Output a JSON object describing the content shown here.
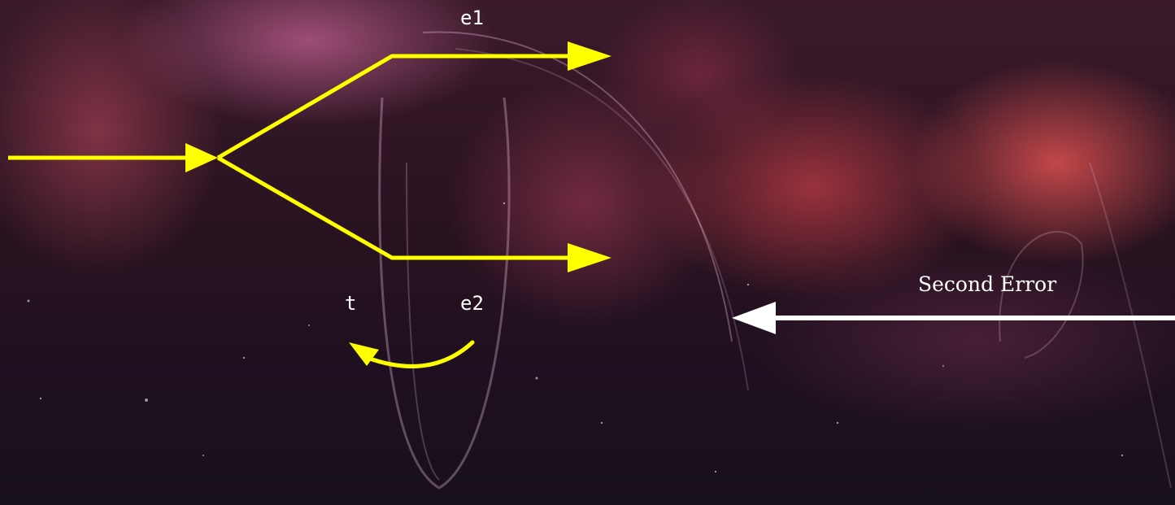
{
  "labels": {
    "e1": "e1",
    "e2": "e2",
    "t": "t",
    "second_error": "Second Error"
  },
  "colors": {
    "primary_arrows": "#ffff00",
    "secondary_arrow": "#ffffff",
    "label_text": "#ffffff"
  },
  "icons": {
    "incoming": "arrow-right-icon",
    "branch_upper": "arrow-right-icon",
    "branch_lower": "arrow-right-icon",
    "curved": "curved-arrow-icon",
    "second_error": "arrow-left-icon"
  }
}
